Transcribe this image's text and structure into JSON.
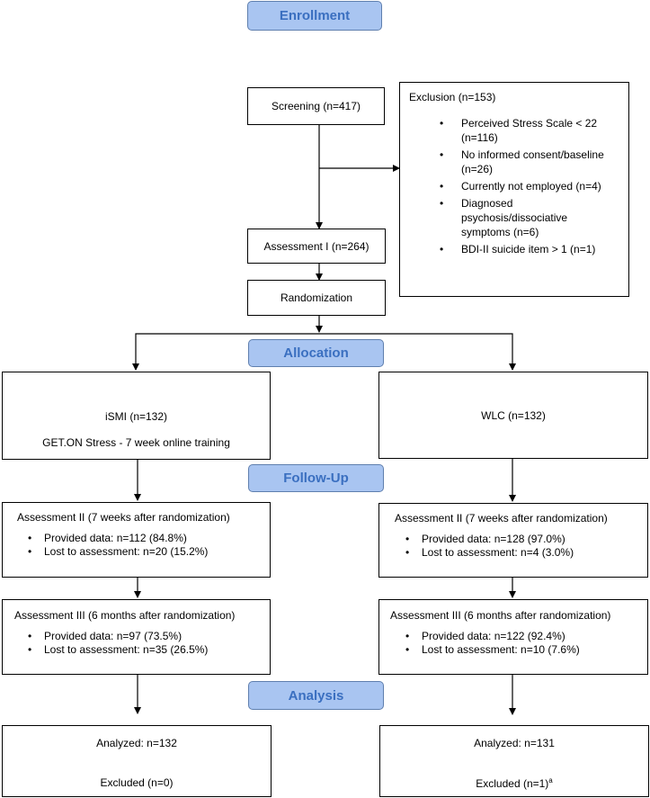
{
  "phases": {
    "enrollment": "Enrollment",
    "allocation": "Allocation",
    "follow_up": "Follow-Up",
    "analysis": "Analysis"
  },
  "screening": "Screening (n=417)",
  "exclusion": {
    "title": "Exclusion (n=153)",
    "items": [
      "Perceived Stress Scale < 22 (n=116)",
      "No informed consent/baseline (n=26)",
      "Currently not employed (n=4)",
      "Diagnosed psychosis/dissociative symptoms (n=6)",
      "BDI-II suicide item > 1 (n=1)"
    ]
  },
  "assessment_1": "Assessment I (n=264)",
  "randomization": "Randomization",
  "ismi": {
    "title": "iSMI (n=132)",
    "subtitle": "GET.ON Stress - 7 week online training",
    "assessment_2": {
      "title": "Assessment II (7 weeks after randomization)",
      "items": [
        "Provided data: n=112 (84.8%)",
        "Lost to assessment: n=20 (15.2%)"
      ]
    },
    "assessment_3": {
      "title": "Assessment III (6 months after randomization)",
      "items": [
        "Provided data: n=97 (73.5%)",
        "Lost to assessment: n=35 (26.5%)"
      ]
    },
    "analyzed": "Analyzed: n=132",
    "excluded": "Excluded (n=0)"
  },
  "wlc": {
    "title": "WLC (n=132)",
    "assessment_2": {
      "title": "Assessment II (7 weeks after randomization)",
      "items": [
        "Provided data: n=128 (97.0%)",
        "Lost to assessment: n=4 (3.0%)"
      ]
    },
    "assessment_3": {
      "title": "Assessment III (6 months after randomization)",
      "items": [
        "Provided data: n=122 (92.4%)",
        "Lost to assessment: n=10 (7.6%)"
      ]
    },
    "analyzed": "Analyzed: n=131",
    "excluded": "Excluded (n=1)",
    "excluded_footnote": "a"
  }
}
